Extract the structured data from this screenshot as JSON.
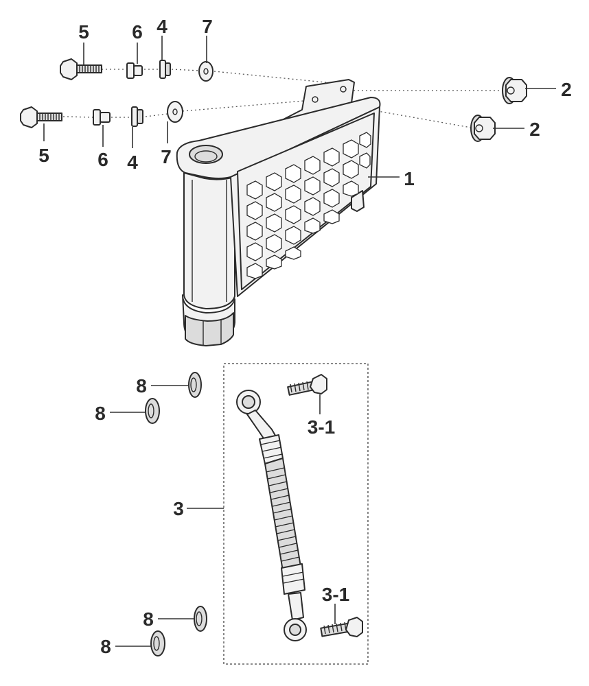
{
  "callouts": {
    "oil_cooler": "1",
    "flange_nut_a": "2",
    "flange_nut_b": "2",
    "oil_hose_assy": "3",
    "hose_bolt_upper": "3-1",
    "hose_bolt_lower": "3-1",
    "rubber_a": "4",
    "rubber_b": "4",
    "bolt_a": "5",
    "bolt_b": "5",
    "collar_a": "6",
    "collar_b": "6",
    "washer_a": "7",
    "washer_b": "7",
    "oring_1": "8",
    "oring_2": "8",
    "oring_3": "8",
    "oring_4": "8"
  }
}
